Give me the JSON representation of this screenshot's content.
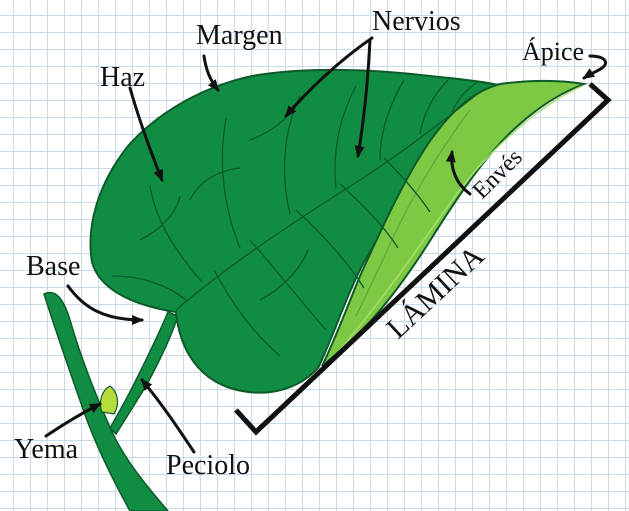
{
  "labels": {
    "margen": "Margen",
    "nervios": "Nervios",
    "apice": "Ápice",
    "haz": "Haz",
    "enves": "Envés",
    "base": "Base",
    "lamina": "LÁMINA",
    "yema": "Yema",
    "peciolo": "Peciolo"
  },
  "colors": {
    "leaf_dark": "#118d43",
    "leaf_light": "#7ec944",
    "leaf_outline": "#0d5a2a",
    "vein": "#0b5a2b",
    "label_text": "#111111",
    "grid_line": "#c9d9ee",
    "background": "#ffffff"
  }
}
